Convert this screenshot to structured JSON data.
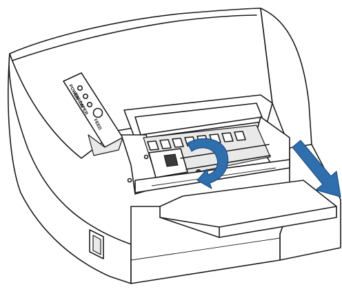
{
  "figure": {
    "subject": "thermal receipt printer with open cover",
    "colors": {
      "outline": "#1a1a1a",
      "background": "#ffffff",
      "arrow_fill": "#2f6fae",
      "arrow_stroke": "#1f4f80"
    }
  },
  "panel": {
    "power_label": "POWER",
    "error_label": "ERROR",
    "paper_label": "PAPER",
    "feed_label": "FEED"
  },
  "icons": {
    "rotate": "curved-rotate-arrow-icon",
    "pull": "diagonal-pull-arrow-icon"
  }
}
